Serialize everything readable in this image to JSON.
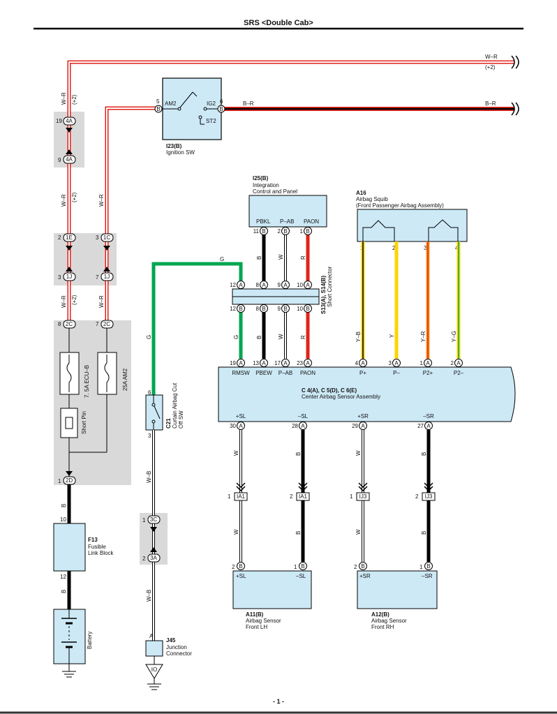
{
  "header": {
    "title": "SRS <Double Cab>",
    "page_number": "- 1 -"
  },
  "wire_labels": {
    "w_r": "W–R",
    "b_r": "B–R",
    "plus2": "(+2)",
    "g": "G",
    "b": "B",
    "w": "W",
    "r": "R",
    "y_b": "Y–B",
    "y": "Y",
    "y_r": "Y–R",
    "y_g": "Y–G",
    "w_b": "W–B"
  },
  "ignition_sw": {
    "id": "I23(B)",
    "name": "Ignition SW",
    "pin_am2": "AM2",
    "pin_ig2": "IG2",
    "pin_st2": "ST2",
    "pin5": "5",
    "pin6": "6"
  },
  "integration_panel": {
    "id": "I25(B)",
    "name_line1": "Integration",
    "name_line2": "Control and Panel",
    "pin_pbkl": "PBKL",
    "pin_pab": "P–AB",
    "pin_paon": "PAON",
    "n11": "11",
    "n2": "2",
    "n1": "1"
  },
  "airbag_squib": {
    "id": "A16",
    "name_line1": "Airbag Squib",
    "name_line2": "(Front Passenger Airbag Assembly)",
    "p1": "1",
    "p2": "2",
    "p3": "3",
    "p4": "4"
  },
  "short_connector": {
    "id": "S13(A), S14(B)",
    "name": "Short Connector"
  },
  "center_sensor": {
    "id": "C 4(A), C 5(D), C 6(E)",
    "name": "Center Airbag Sensor Assembly",
    "top_pins": [
      {
        "num": "19",
        "letter": "A",
        "name": "RMSW"
      },
      {
        "num": "13",
        "letter": "A",
        "name": "PBEW"
      },
      {
        "num": "17",
        "letter": "A",
        "name": "P–AB"
      },
      {
        "num": "23",
        "letter": "A",
        "name": "PAON"
      },
      {
        "num": "4",
        "letter": "A",
        "name": "P+"
      },
      {
        "num": "3",
        "letter": "A",
        "name": "P–"
      },
      {
        "num": "1",
        "letter": "A",
        "name": "P2+"
      },
      {
        "num": "2",
        "letter": "A",
        "name": "P2–"
      }
    ],
    "bottom_pins": [
      {
        "num": "30",
        "letter": "A",
        "name": "+SL"
      },
      {
        "num": "28",
        "letter": "A",
        "name": "–SL"
      },
      {
        "num": "29",
        "letter": "A",
        "name": "+SR"
      },
      {
        "num": "27",
        "letter": "A",
        "name": "–SR"
      }
    ]
  },
  "curtain_sw": {
    "id": "C21",
    "name_line1": "Curtain Airbag Cut",
    "name_line2": "Off SW",
    "pin6": "6",
    "pin3": "3"
  },
  "fuses": {
    "ecu_b": "7. 5A ECU–B",
    "am2": "25A AM2",
    "short_pin": "Short Pin"
  },
  "fusible_link": {
    "id": "F13",
    "name_line1": "Fusible",
    "name_line2": "Link Block",
    "pin10": "10",
    "pin12": "12"
  },
  "battery": {
    "name": "Battery"
  },
  "junction": {
    "id": "J45",
    "name_line1": "Junction",
    "name_line2": "Connector",
    "pin": "A",
    "ground": "IO"
  },
  "sensor_lh": {
    "id": "A11(B)",
    "name_line1": "Airbag Sensor",
    "name_line2": "Front LH",
    "plus": "+SL",
    "minus": "–SL"
  },
  "sensor_rh": {
    "id": "A12(B)",
    "name_line1": "Airbag Sensor",
    "name_line2": "Front RH",
    "plus": "+SR",
    "minus": "–SR"
  },
  "connectors": {
    "c4A": "4A",
    "c1E": "1E",
    "c1C": "1C",
    "c1J": "1J",
    "c2C": "2C",
    "c2D": "2D",
    "c3C": "3C",
    "c3A": "3A",
    "cIA1": "IA1",
    "cIJ3": "IJ3",
    "B": "B",
    "A": "A",
    "n1": "1",
    "n2": "2",
    "n3": "3",
    "n7": "7",
    "n8": "8",
    "n9": "9",
    "n10": "10",
    "n12": "12",
    "n19": "19",
    "n27": "27",
    "n28": "28",
    "n29": "29",
    "n30": "30"
  },
  "colors": {
    "green": "#00a651",
    "red": "#e2231a",
    "yellow": "#ffd400",
    "orange": "#f7941d",
    "box_fill": "#cde9f6",
    "grey_bg": "#d9d9d9"
  }
}
